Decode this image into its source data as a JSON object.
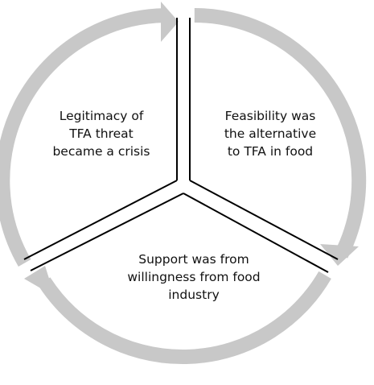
{
  "diagram": {
    "colors": {
      "arrow": "#c8c8c8",
      "divider": "#000000",
      "text": "#111111",
      "background": "#ffffff"
    },
    "segments": [
      {
        "id": "legitimacy",
        "lines": [
          "Legitimacy of",
          "TFA threat",
          "became a crisis"
        ]
      },
      {
        "id": "feasibility",
        "lines": [
          "Feasibility was",
          "the alternative",
          "to TFA in food"
        ]
      },
      {
        "id": "support",
        "lines": [
          "Support was from",
          "willingness from food",
          "industry"
        ]
      }
    ]
  }
}
